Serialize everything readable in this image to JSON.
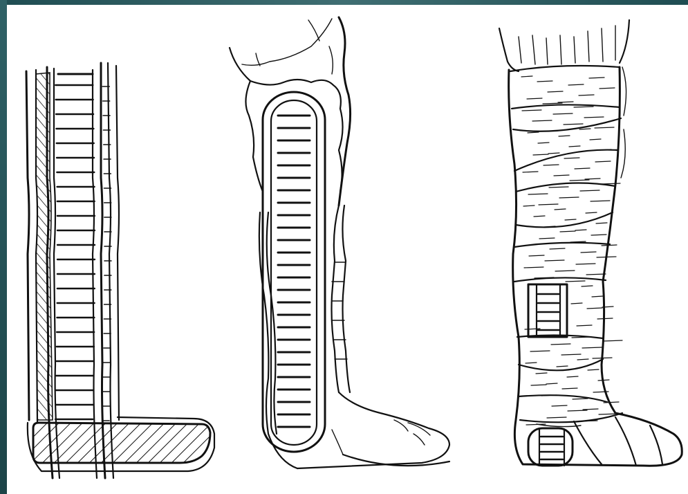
{
  "figure": {
    "panels": [
      {
        "id": "splint-alone",
        "description_icon": "ladder-splint-icon"
      },
      {
        "id": "splint-on-leg",
        "description_icon": "leg-with-splint-icon"
      },
      {
        "id": "splint-bandaged",
        "description_icon": "bandaged-leg-icon"
      }
    ]
  },
  "colors": {
    "frame": "#2e5a5e",
    "background": "#ffffff",
    "ink": "#111111"
  }
}
